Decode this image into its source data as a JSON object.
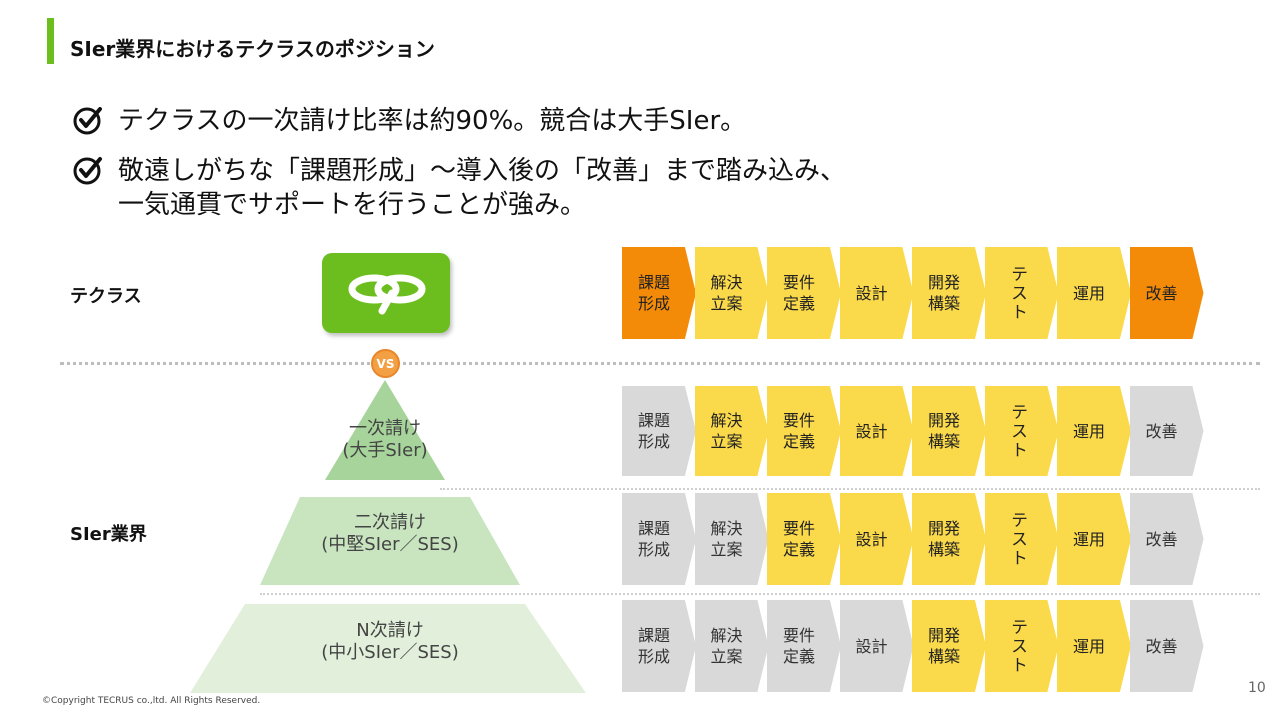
{
  "title": "SIer業界におけるテクラスのポジション",
  "bullets": [
    {
      "line1": "テクラスの一次請け比率は約90%。競合は大手SIer。",
      "line2": ""
    },
    {
      "line1": "敬遠しがちな「課題形成」〜導入後の「改善」まで踏み込み、",
      "line2": "一気通貫でサポートを行うことが強み。"
    }
  ],
  "row_labels": {
    "tecrus": "テクラス",
    "sier": "SIer業界"
  },
  "vs_label": "VS",
  "tiers": [
    {
      "line1": "一次請け",
      "line2": "(大手SIer)"
    },
    {
      "line1": "二次請け",
      "line2": "(中堅SIer／SES)"
    },
    {
      "line1": "N次請け",
      "line2": "(中小SIer／SES)"
    }
  ],
  "steps": [
    {
      "line1": "課題",
      "line2": "形成"
    },
    {
      "line1": "解決",
      "line2": "立案"
    },
    {
      "line1": "要件",
      "line2": "定義"
    },
    {
      "line1": "設計",
      "line2": ""
    },
    {
      "line1": "開発",
      "line2": "構築"
    },
    {
      "line1": "テスト",
      "line2": ""
    },
    {
      "line1": "運用",
      "line2": ""
    },
    {
      "line1": "改善",
      "line2": ""
    }
  ],
  "flow_colors": {
    "tecrus": [
      "orange",
      "yellow",
      "yellow",
      "yellow",
      "yellow",
      "yellow",
      "yellow",
      "orange"
    ],
    "tier1": [
      "gray",
      "yellow",
      "yellow",
      "yellow",
      "yellow",
      "yellow",
      "yellow",
      "gray"
    ],
    "tier2": [
      "gray",
      "gray",
      "yellow",
      "yellow",
      "yellow",
      "yellow",
      "yellow",
      "gray"
    ],
    "tier3": [
      "gray",
      "gray",
      "gray",
      "gray",
      "yellow",
      "yellow",
      "yellow",
      "gray"
    ]
  },
  "palette": {
    "accent_green": "#6cbe1f",
    "orange": "#f38b09",
    "yellow": "#fad94a",
    "gray": "#d9d9d9"
  },
  "page_number": "10",
  "copyright": "©Copyright TECRUS co.,ltd. All Rights Reserved."
}
